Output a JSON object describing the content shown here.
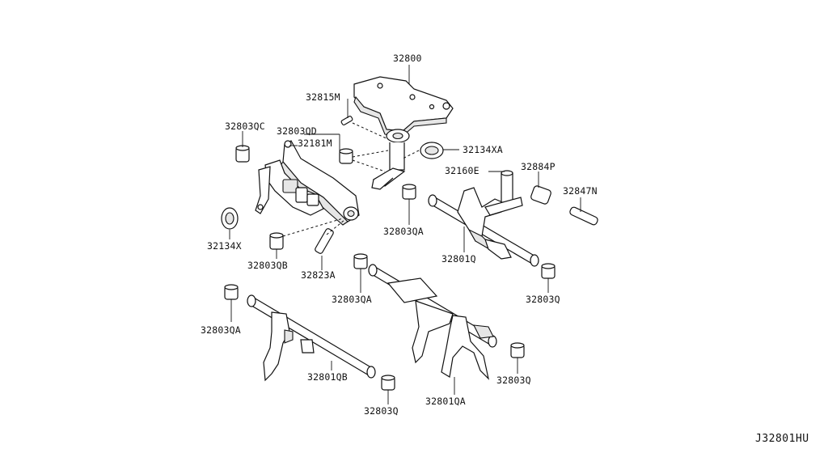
{
  "diagram": {
    "code": "J32801HU",
    "labels": {
      "l32800": "32800",
      "l32815M": "32815M",
      "l32803QC": "32803QC",
      "l32803QD": "32803QD",
      "l32181M": "32181M",
      "l32134XA": "32134XA",
      "l32160E": "32160E",
      "l32884P": "32884P",
      "l32847N": "32847N",
      "l32134X": "32134X",
      "l32803QB": "32803QB",
      "l32823A": "32823A",
      "l32803QA_1": "32803QA",
      "l32801Q": "32801Q",
      "l32803QA_2": "32803QA",
      "l32803Q_1": "32803Q",
      "l32803QA_3": "32803QA",
      "l32801QB": "32801QB",
      "l32803Q_2": "32803Q",
      "l32801QA": "32801QA",
      "l32803Q_3": "32803Q"
    }
  }
}
